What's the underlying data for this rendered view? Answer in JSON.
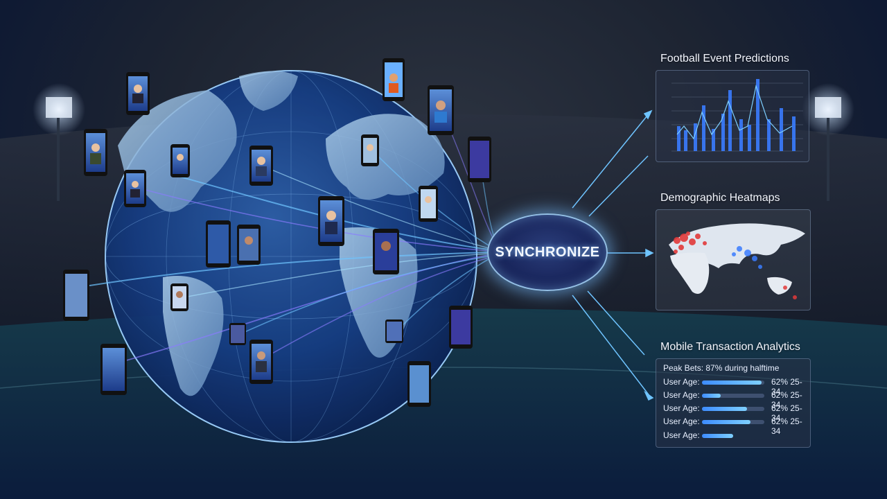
{
  "center": {
    "label": "SYNCHRONIZE"
  },
  "panels": {
    "predictions": {
      "title": "Football Event Predictions"
    },
    "heatmap": {
      "title": "Demographic Heatmaps"
    },
    "analytics": {
      "title": "Mobile Transaction Analytics",
      "peak": "Peak Bets: 87% during halftime",
      "rows": [
        {
          "label": "User Age:",
          "value": "62% 25-34",
          "level": 0.95
        },
        {
          "label": "User Age:",
          "value": "62% 25-34",
          "level": 0.3
        },
        {
          "label": "User Age:",
          "value": "62% 25-34",
          "level": 0.72
        },
        {
          "label": "User Age:",
          "value": "62% 25-34",
          "level": 0.78
        },
        {
          "label": "User Age:",
          "value": "",
          "level": 0.5
        }
      ]
    }
  },
  "colors": {
    "accent": "#6fc4ff",
    "heat": "#e23a3a",
    "bar": "#3a7cff"
  }
}
